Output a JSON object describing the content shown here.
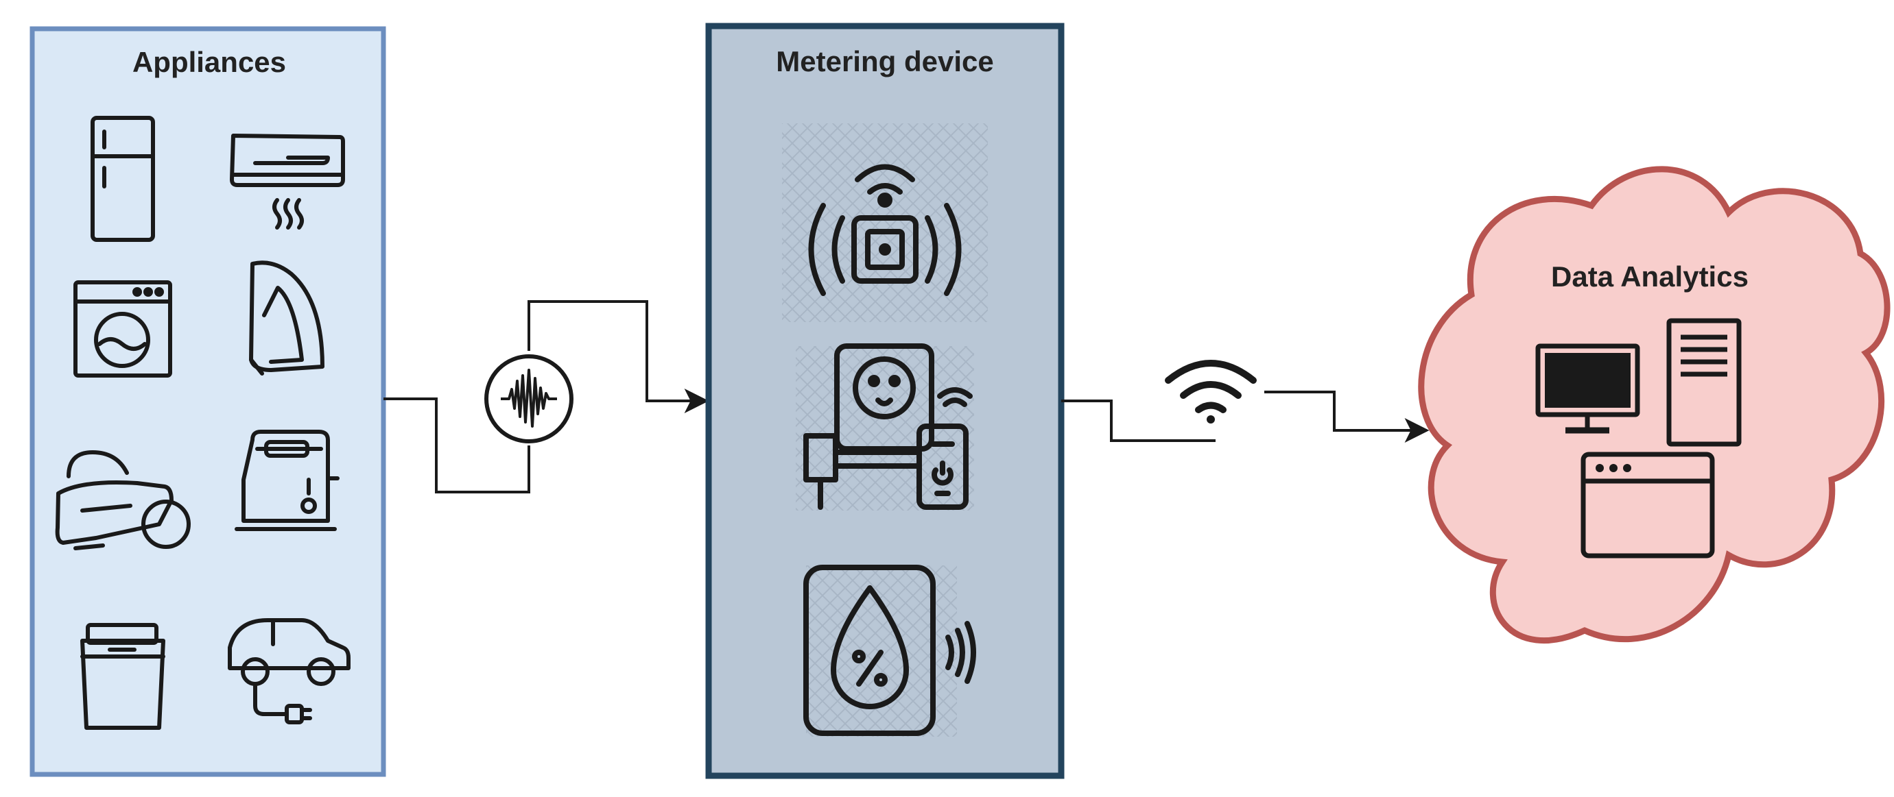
{
  "appliances": {
    "title": "Appliances"
  },
  "metering": {
    "title": "Metering device"
  },
  "analytics": {
    "title": "Data Analytics"
  },
  "colors": {
    "appliances_fill": "#dae8f6",
    "appliances_stroke": "#6c8ebf",
    "metering_fill": "#b9c7d6",
    "metering_stroke": "#23445d",
    "analytics_fill": "#f8cecc",
    "analytics_stroke": "#b85450",
    "icon_stroke": "#1a1a1a"
  },
  "icons": {
    "appliances": [
      "refrigerator-icon",
      "air-conditioner-icon",
      "washing-machine-icon",
      "iron-icon",
      "vacuum-cleaner-icon",
      "toaster-icon",
      "dishwasher-icon",
      "electric-car-icon"
    ],
    "metering": [
      "smart-sensor-icon",
      "smart-plug-icon",
      "humidity-sensor-icon"
    ],
    "analytics": [
      "monitor-icon",
      "server-tower-icon",
      "browser-window-icon"
    ],
    "signals": [
      "waveform-icon",
      "wifi-icon"
    ]
  }
}
